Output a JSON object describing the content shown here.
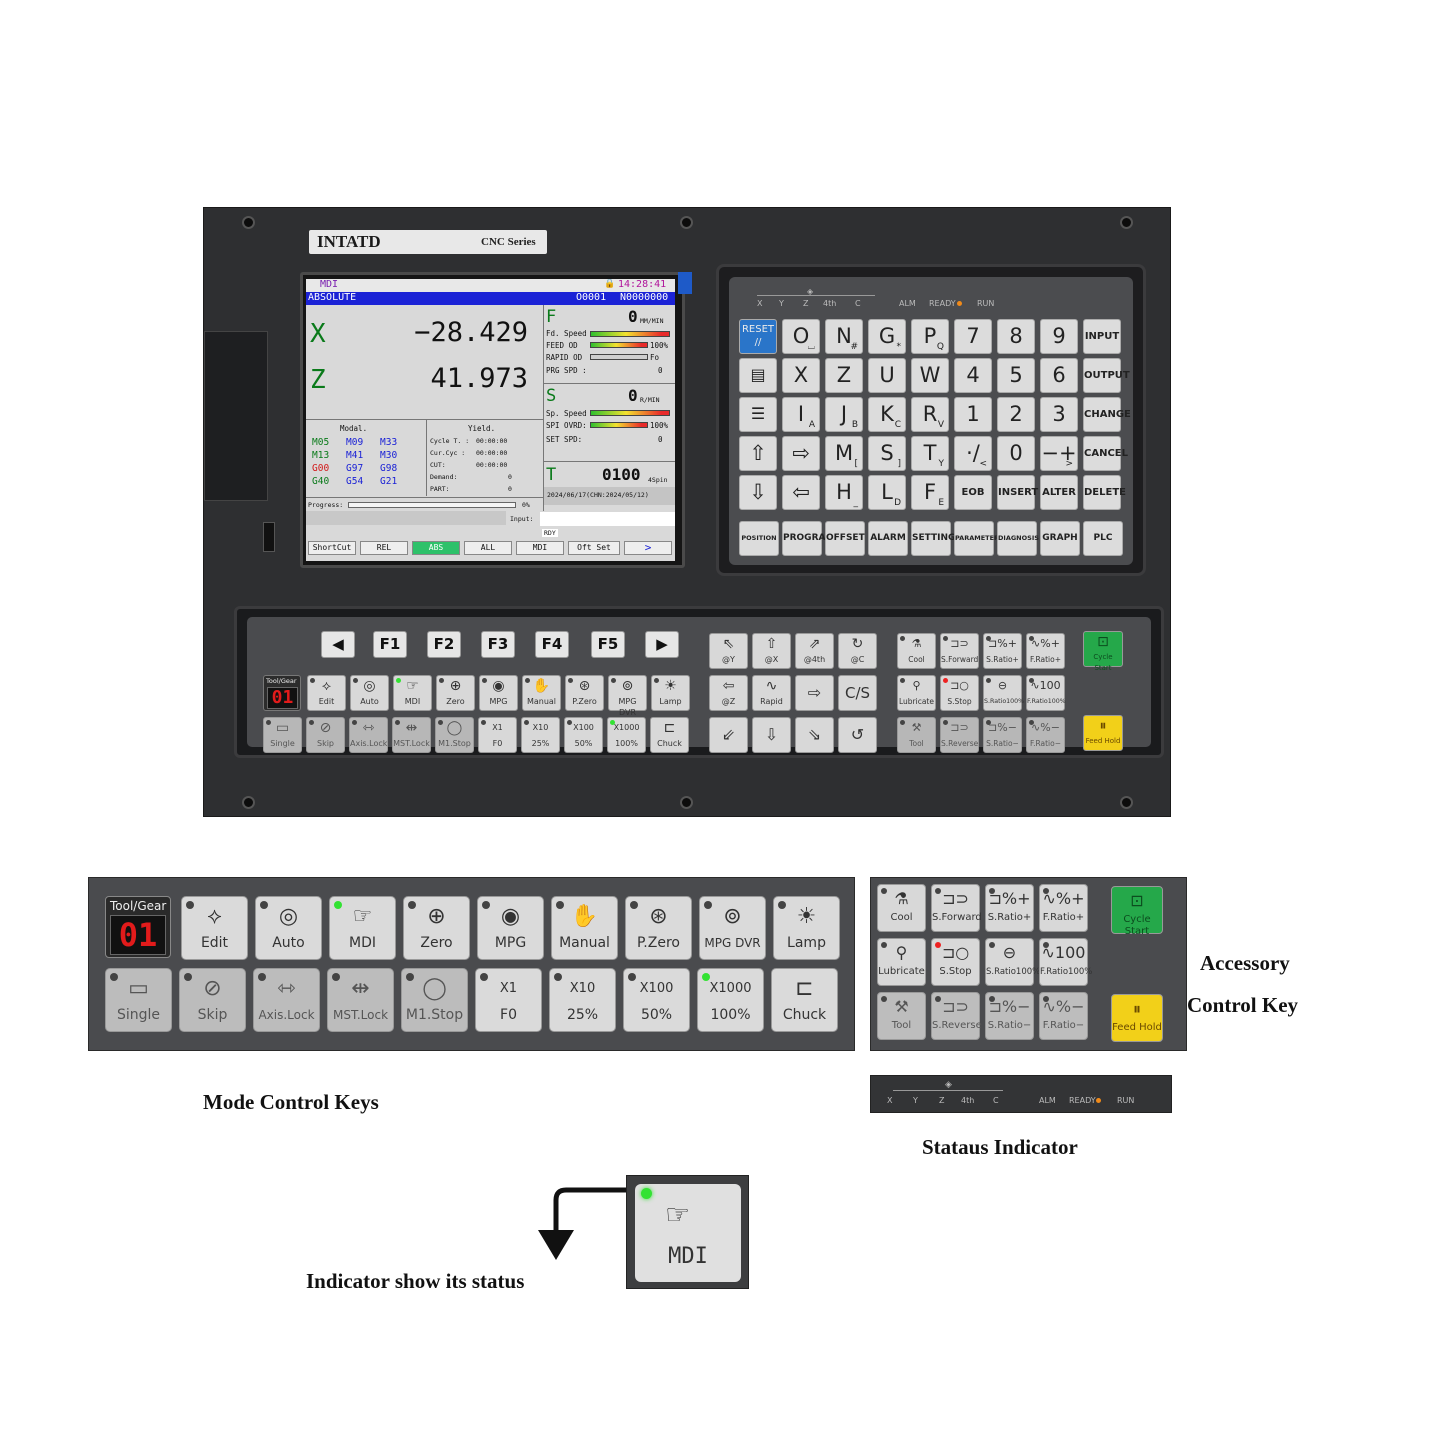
{
  "brand": {
    "name": "INTATD",
    "series": "CNC Series"
  },
  "lcd": {
    "mode": "MDI",
    "clock": "14:28:41",
    "coord_mode": "ABSOLUTE",
    "prog_no": "O0001",
    "seq_no": "N0000000",
    "axes": [
      {
        "name": "X",
        "value": "−28.429"
      },
      {
        "name": "Z",
        "value": "41.973"
      }
    ],
    "feed": {
      "label": "F",
      "value": "0",
      "unit": "MM/MIN",
      "rows": [
        {
          "label": "Fd. Speed",
          "value": ""
        },
        {
          "label": "FEED OD",
          "value": "100%"
        },
        {
          "label": "RAPID OD",
          "value": "Fo"
        },
        {
          "label": "PRG SPD :",
          "value": "0"
        }
      ]
    },
    "spindle": {
      "label": "S",
      "value": "0",
      "unit": "R/MIN",
      "rows": [
        {
          "label": "Sp. Speed",
          "value": ""
        },
        {
          "label": "SPI OVRD:",
          "value": "100%"
        },
        {
          "label": "SET SPD:",
          "value": "0"
        }
      ]
    },
    "tool": {
      "label": "T",
      "value": "0100",
      "unit": "4Spin"
    },
    "date": "2024/06/17(CHN:2024/05/12)",
    "modal": {
      "title": "Modal.",
      "codes": [
        [
          "M05",
          "M09",
          "M33"
        ],
        [
          "M13",
          "M41",
          "M30"
        ],
        [
          "G00",
          "G97",
          "G98"
        ],
        [
          "G40",
          "G54",
          "G21"
        ]
      ]
    },
    "yield": {
      "title": "Yield.",
      "rows": [
        {
          "label": "Cycle T. :",
          "value": "00:00:00"
        },
        {
          "label": "Cur.Cyc :",
          "value": "00:00:00"
        },
        {
          "label": "CUT:",
          "value": "00:00:00"
        },
        {
          "label": "Demand:",
          "value": "0"
        },
        {
          "label": "PART:",
          "value": "0"
        }
      ]
    },
    "progress": {
      "label": "Progress:",
      "value": "0%"
    },
    "input_label": "Input:",
    "status": "RDY",
    "softkeys": [
      "ShortCut",
      "REL",
      "ABS",
      "ALL",
      "MDI",
      "Oft Set",
      ">"
    ]
  },
  "indicators": {
    "axes": [
      "X",
      "Y",
      "Z",
      "4th",
      "C"
    ],
    "states": [
      "ALM",
      "READY",
      "RUN"
    ]
  },
  "keypad": {
    "reset": "RESET",
    "rows": [
      [
        {
          "m": "O",
          "s": "⌴"
        },
        {
          "m": "N",
          "s": "#"
        },
        {
          "m": "G",
          "s": "*"
        },
        {
          "m": "P",
          "s": "Q"
        },
        {
          "m": "7",
          "s": ""
        },
        {
          "m": "8",
          "s": ""
        },
        {
          "m": "9",
          "s": ""
        },
        {
          "m": "INPUT",
          "s": ""
        }
      ],
      [
        {
          "m": "X",
          "s": ""
        },
        {
          "m": "Z",
          "s": ""
        },
        {
          "m": "U",
          "s": ""
        },
        {
          "m": "W",
          "s": ""
        },
        {
          "m": "4",
          "s": ""
        },
        {
          "m": "5",
          "s": ""
        },
        {
          "m": "6",
          "s": ""
        },
        {
          "m": "OUTPUT",
          "s": ""
        }
      ],
      [
        {
          "m": "I",
          "s": "A"
        },
        {
          "m": "J",
          "s": "B"
        },
        {
          "m": "K",
          "s": "C"
        },
        {
          "m": "R",
          "s": "V"
        },
        {
          "m": "1",
          "s": ""
        },
        {
          "m": "2",
          "s": ""
        },
        {
          "m": "3",
          "s": ""
        },
        {
          "m": "CHANGE",
          "s": ""
        }
      ],
      [
        {
          "m": "M",
          "s": "["
        },
        {
          "m": "S",
          "s": "]"
        },
        {
          "m": "T",
          "s": "Y"
        },
        {
          "m": "·/",
          "s": "<"
        },
        {
          "m": "0",
          "s": ""
        },
        {
          "m": "−+",
          "s": ">"
        },
        {
          "m": "CANCEL",
          "s": ""
        }
      ],
      [
        {
          "m": "H",
          "s": "_"
        },
        {
          "m": "L",
          "s": "D"
        },
        {
          "m": "F",
          "s": "E"
        },
        {
          "m": "EOB",
          "s": ""
        },
        {
          "m": "INSERT",
          "s": ""
        },
        {
          "m": "ALTER",
          "s": ""
        },
        {
          "m": "DELETE",
          "s": ""
        }
      ]
    ],
    "functions": [
      "POSITION",
      "PROGRAM",
      "OFFSET",
      "ALARM",
      "SETTING",
      "PARAMETER",
      "DIAGNOSIS",
      "GRAPH",
      "PLC"
    ]
  },
  "fkeys": [
    "◀",
    "F1",
    "F2",
    "F3",
    "F4",
    "F5",
    "▶"
  ],
  "tool_gear": {
    "label": "Tool/Gear",
    "value": "01"
  },
  "mode_keys_row1": [
    "Edit",
    "Auto",
    "MDI",
    "Zero",
    "MPG",
    "Manual",
    "P.Zero",
    "MPG DVR",
    "Lamp"
  ],
  "mode_keys_row2": [
    "Single",
    "Skip",
    "Axis.Lock",
    "MST.Lock",
    "M1.Stop",
    "F0",
    "25%",
    "50%",
    "100%",
    "Chuck"
  ],
  "rate_tops": [
    "X1",
    "X10",
    "X100",
    "X1000"
  ],
  "jog_keys": {
    "cs": "C/S",
    "rapid": "Rapid",
    "y": "Y",
    "x": "X",
    "z": "Z",
    "4th": "4th",
    "c": "C"
  },
  "accessory_keys": [
    [
      "Cool",
      "S.Forward",
      "S.Ratio+",
      "F.Ratio+"
    ],
    [
      "Lubricate",
      "S.Stop",
      "S.Ratio100%",
      "F.Ratio100%"
    ],
    [
      "Tool",
      "S.Reverse",
      "S.Ratio−",
      "F.Ratio−"
    ]
  ],
  "cycle_start": "Cycle Start",
  "feed_hold": "Feed Hold",
  "captions": {
    "mode": "Mode Control Keys",
    "accessory1": "Accessory",
    "accessory2": "Control Key",
    "status": "Stataus Indicator",
    "indicator": "Indicator show its status"
  },
  "colors": {
    "panel": "#2e2f31",
    "lcd_bar": "#1b22d6",
    "reset": "#2a75c9",
    "cycle_start": "#25a84a",
    "feed_hold": "#f2d019",
    "led": "#33e233"
  }
}
